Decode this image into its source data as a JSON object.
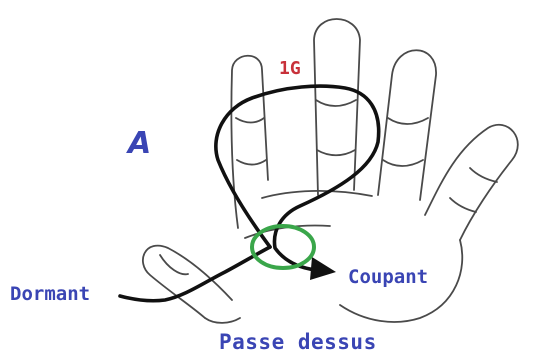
{
  "labels": {
    "panel": "A",
    "turn": "1G",
    "dormant": "Dormant",
    "coupant": "Coupant",
    "caption": "Passe dessus"
  },
  "colors": {
    "label_blue": "#3a45b4",
    "turn_red": "#c8313a",
    "circle_green": "#3aa64a",
    "outline": "#4a4a4a",
    "rope": "#111111"
  },
  "icons": {
    "hand": "hand-outline-icon",
    "crossing": "crossing-circle-icon",
    "arrow": "arrow-head-icon"
  }
}
